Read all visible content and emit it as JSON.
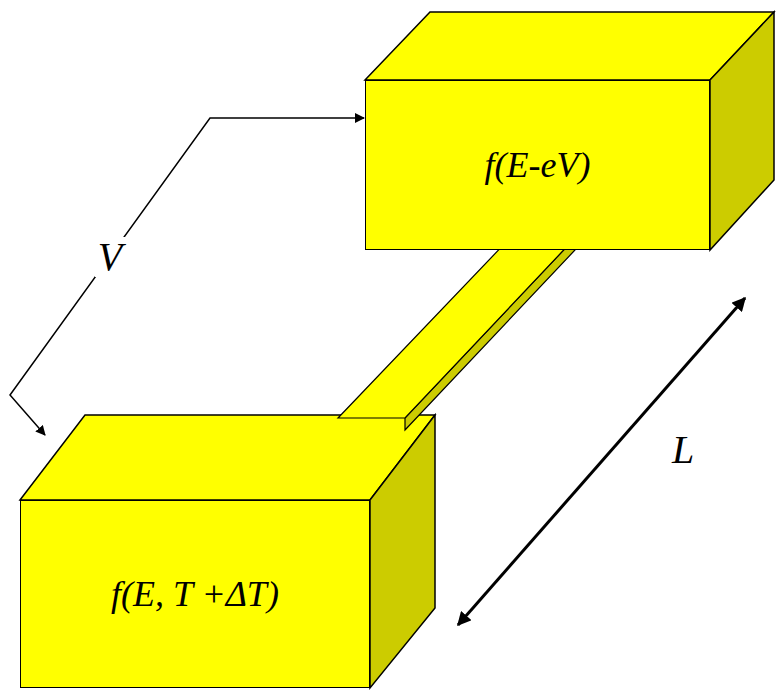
{
  "diagram": {
    "nodes": [
      {
        "text": [
          "f(E-eV)"
        ]
      },
      {
        "text": [
          "f(E, T +ΔT)"
        ]
      }
    ],
    "edges": [
      {
        "from": 0,
        "to": 1,
        "label": "V",
        "arrow": "both"
      }
    ],
    "labels": [
      "L"
    ]
  }
}
